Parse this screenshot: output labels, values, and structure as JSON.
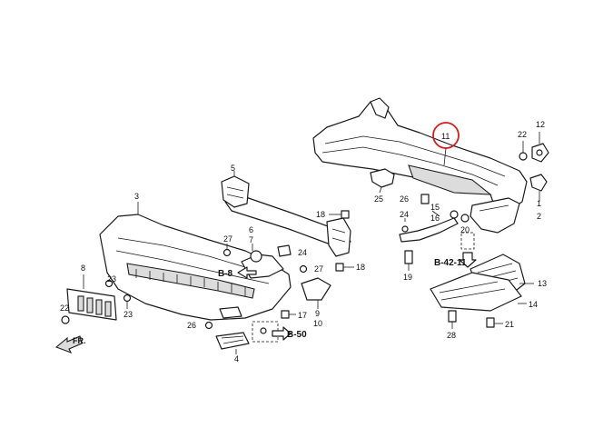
{
  "callouts": {
    "c1": "1",
    "c2": "2",
    "c3": "3",
    "c4": "4",
    "c5": "5",
    "c6": "6",
    "c7": "7",
    "c8": "8",
    "c9": "9",
    "c10": "10",
    "c11": "11",
    "c12": "12",
    "c13": "13",
    "c14": "14",
    "c15": "15",
    "c16": "16",
    "c17": "17",
    "c18a": "18",
    "c18b": "18",
    "c19": "19",
    "c20": "20",
    "c21": "21",
    "c22": "22",
    "c23a": "23",
    "c23b": "23",
    "c24a": "24",
    "c24b": "24",
    "c25": "25",
    "c26a": "26",
    "c26b": "26",
    "c27a": "27",
    "c27b": "27",
    "c28": "28"
  },
  "refs": {
    "b8": "B-8",
    "b50": "B-50",
    "b4211": "B-42-11"
  },
  "front_arrow": {
    "label": "FR."
  },
  "highlight": {
    "color": "#d81c1c"
  }
}
